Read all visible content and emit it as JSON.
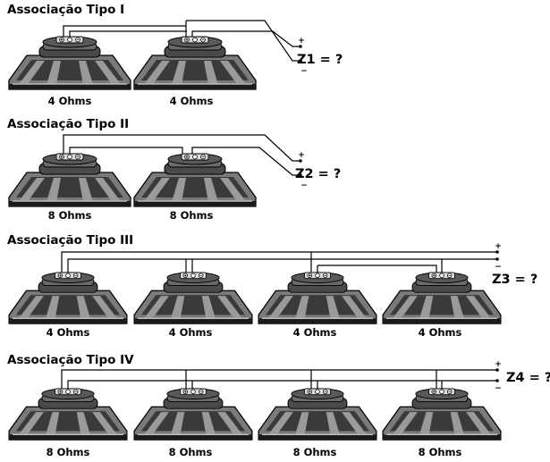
{
  "sections": [
    {
      "title": "Associação Tipo I",
      "z_label": "Z1 = ?",
      "plus": "+",
      "minus": "−",
      "speakers": [
        {
          "ohms": "4 Ohms"
        },
        {
          "ohms": "4 Ohms"
        }
      ]
    },
    {
      "title": "Associação Tipo II",
      "z_label": "Z2 = ?",
      "plus": "+",
      "minus": "−",
      "speakers": [
        {
          "ohms": "8 Ohms"
        },
        {
          "ohms": "8 Ohms"
        }
      ]
    },
    {
      "title": "Associação Tipo III",
      "z_label": "Z3 = ?",
      "plus": "+",
      "minus": "−",
      "speakers": [
        {
          "ohms": "4 Ohms"
        },
        {
          "ohms": "4 Ohms"
        },
        {
          "ohms": "4 Ohms"
        },
        {
          "ohms": "4 Ohms"
        }
      ]
    },
    {
      "title": "Associação Tipo IV",
      "z_label": "Z4 = ?",
      "plus": "+",
      "minus": "−",
      "speakers": [
        {
          "ohms": "8 Ohms"
        },
        {
          "ohms": "8 Ohms"
        },
        {
          "ohms": "8 Ohms"
        },
        {
          "ohms": "8 Ohms"
        }
      ]
    }
  ]
}
